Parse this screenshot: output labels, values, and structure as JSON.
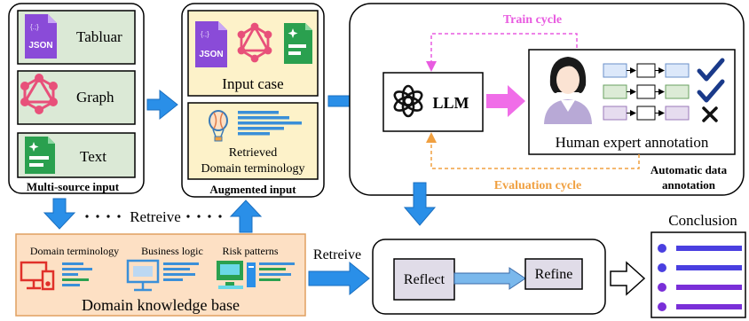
{
  "colors": {
    "source_box_fill": "#dbe9d6",
    "augment_fill": "#fdf2c9",
    "kb_fill": "#fde0c4",
    "kb_border": "#e0a060",
    "arrow_blue": "#2a8fe8",
    "arrow_magenta": "#f06de8",
    "train_text": "#e85be0",
    "eval_text": "#f0a040",
    "json_purple": "#8a4bd8",
    "graph_red": "#e8507a",
    "text_green": "#2aa04f",
    "check_navy": "#1a3a8a",
    "conclusion_bar": "#4a3fe0"
  },
  "multi_source": {
    "items": [
      "Tabluar",
      "Graph",
      "Text"
    ],
    "caption": "Multi-source input",
    "json_label": "JSON"
  },
  "augmented": {
    "input_case": "Input case",
    "json_label": "JSON",
    "retrieved_line1": "Retrieved",
    "retrieved_line2": "Domain terminology",
    "caption": "Augmented input"
  },
  "llm_panel": {
    "train_cycle": "Train cycle",
    "llm_label": "LLM",
    "human_annotation": "Human expert annotation",
    "evaluation_cycle": "Evaluation cycle",
    "auto_line1": "Automatic data",
    "auto_line2": "annotation"
  },
  "retrieve_top": "Retreive",
  "retrieve_mid": "Retreive",
  "knowledge_base": {
    "labels": [
      "Domain terminology",
      "Business logic",
      "Risk patterns"
    ],
    "caption": "Domain knowledge base"
  },
  "reflect": {
    "reflect_label": "Reflect",
    "refine_label": "Refine"
  },
  "conclusion": {
    "title": "Conclusion"
  }
}
